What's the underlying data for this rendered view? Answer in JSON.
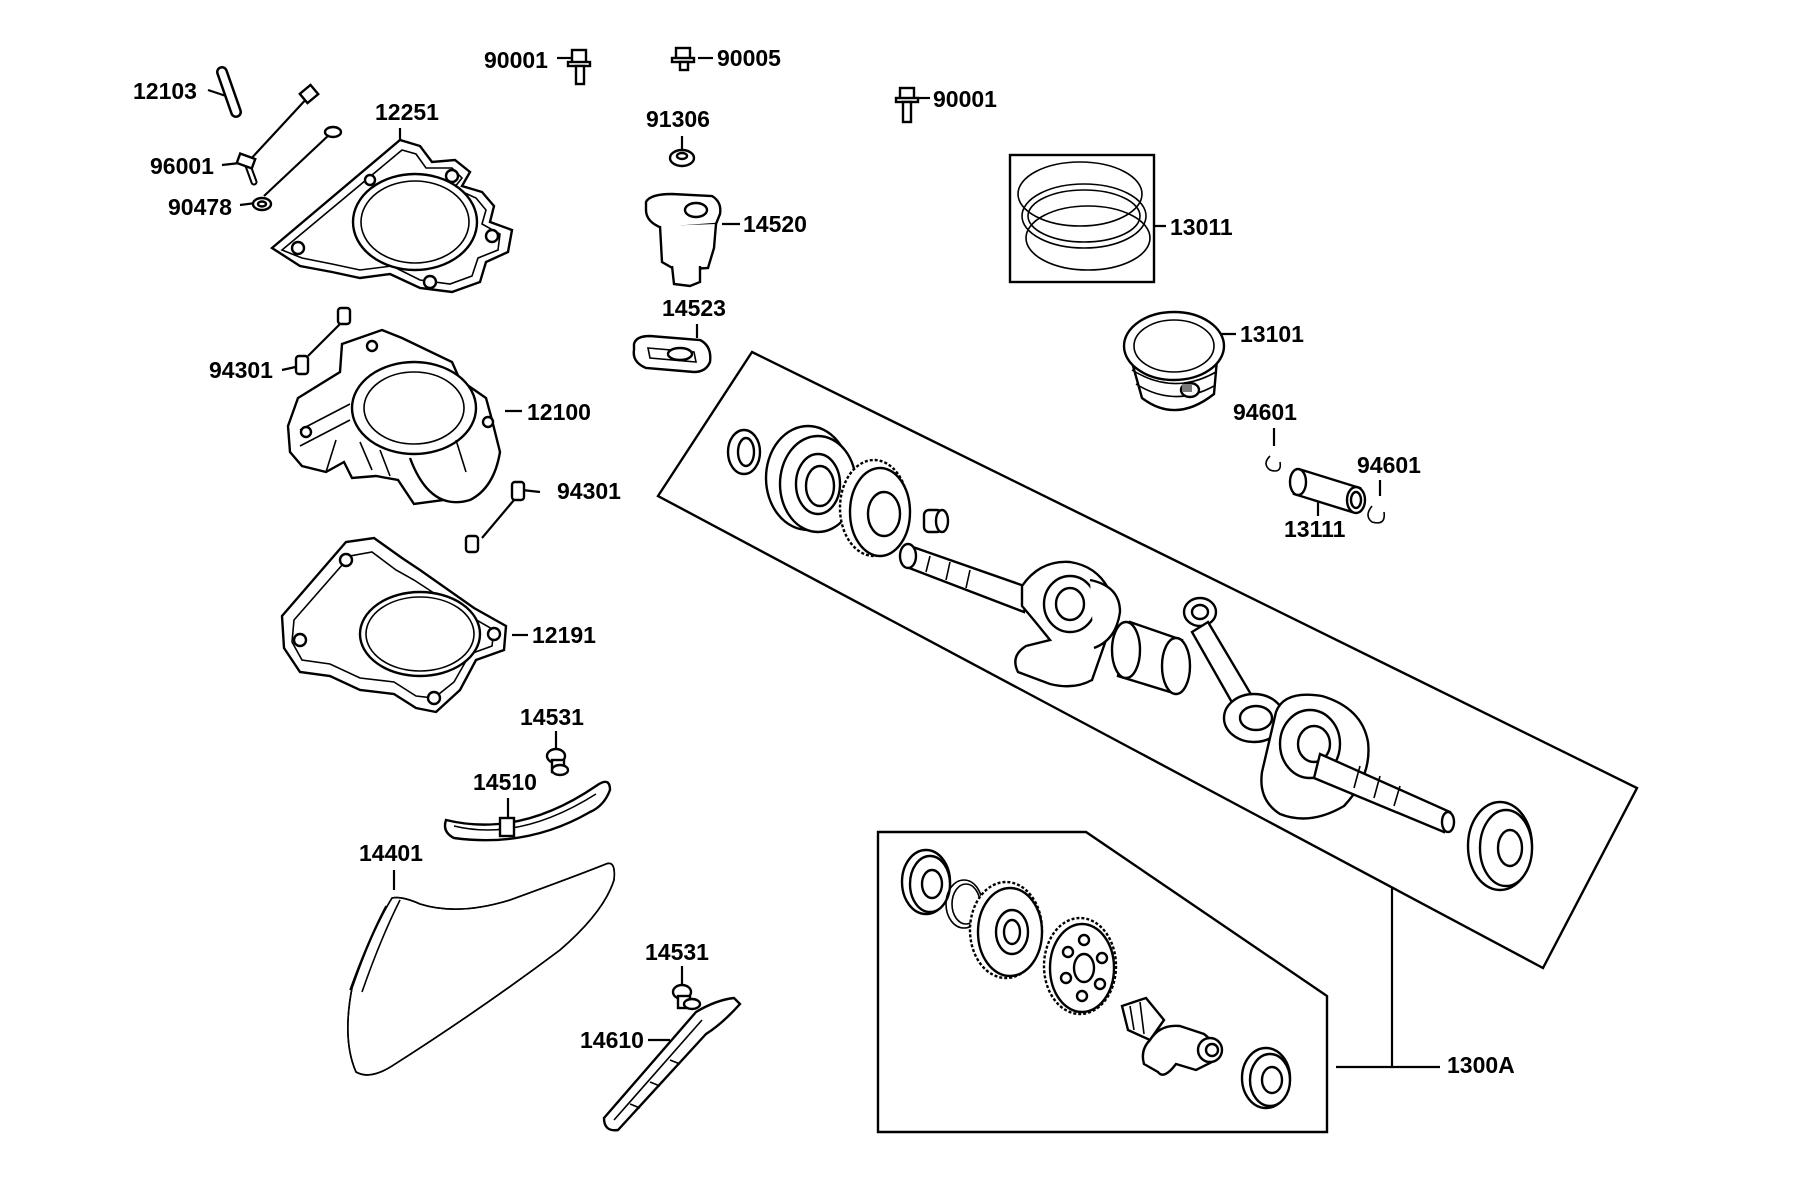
{
  "labels": {
    "p12103": "12103",
    "p96001": "96001",
    "p90478": "90478",
    "p12251": "12251",
    "p90001_a": "90001",
    "p90005": "90005",
    "p90001_b": "90001",
    "p91306": "91306",
    "p14520": "14520",
    "p14523": "14523",
    "p13011": "13011",
    "p13101": "13101",
    "p94601_a": "94601",
    "p94601_b": "94601",
    "p13111": "13111",
    "p94301_a": "94301",
    "p94301_b": "94301",
    "p12100": "12100",
    "p12191": "12191",
    "p14531_a": "14531",
    "p14510": "14510",
    "p14401": "14401",
    "p14531_b": "14531",
    "p14610": "14610",
    "p1300A": "1300A"
  }
}
